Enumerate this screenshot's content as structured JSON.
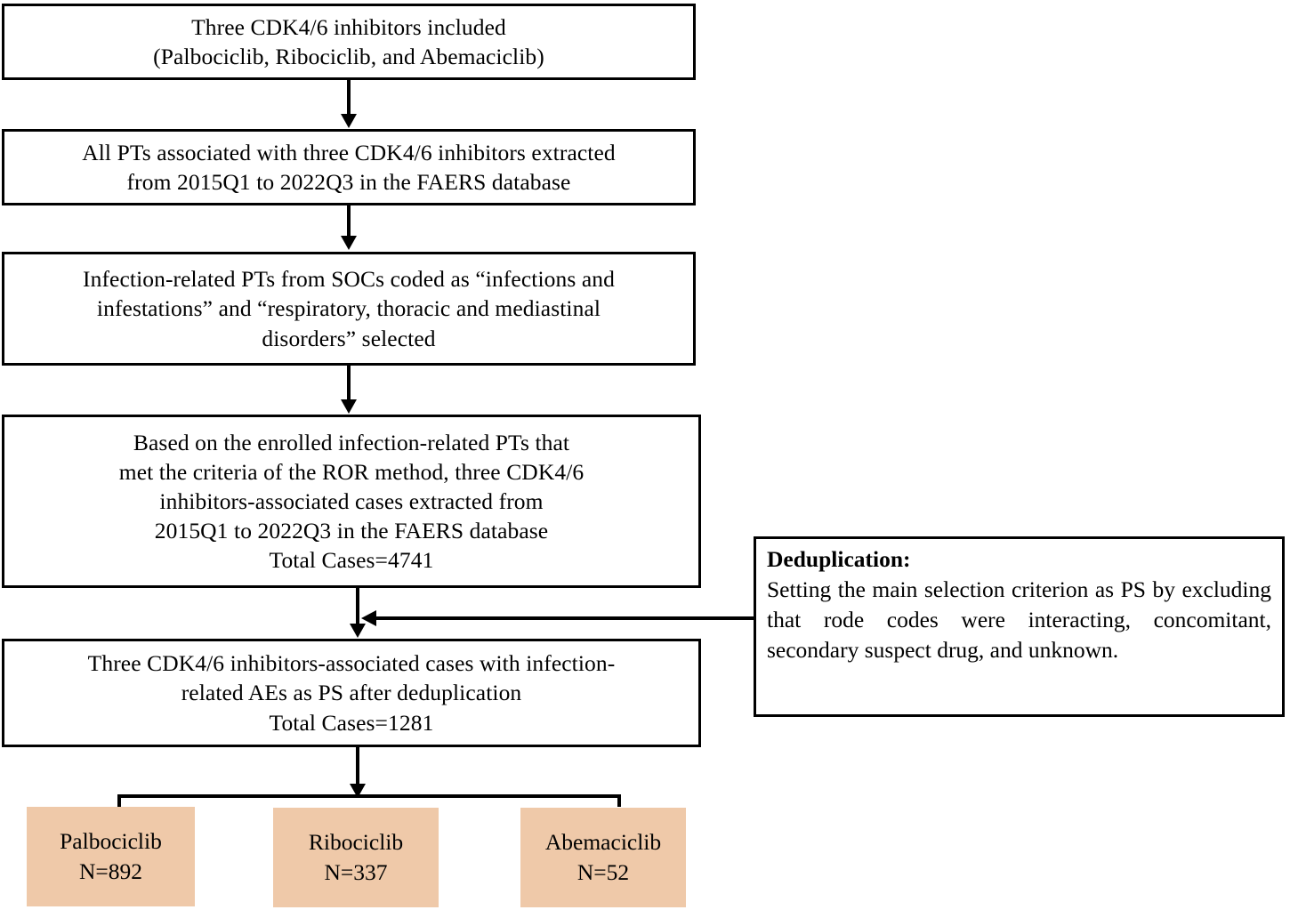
{
  "figure": {
    "type": "flowchart",
    "title": "CDK4/6 inhibitor infection-related adverse event case selection flow",
    "colors": {
      "line": "#000000",
      "box_fill": "#FFFFFF",
      "leaf_fill": "#EFC9A9",
      "text": "#000000"
    }
  },
  "nodes": {
    "included": {
      "lines": [
        "Three CDK4/6 inhibitors included",
        "(Palbociclib, Ribociclib, and Abemaciclib)"
      ]
    },
    "extracted": {
      "lines": [
        "All PTs associated with three CDK4/6 inhibitors extracted",
        "from 2015Q1 to 2022Q3 in the FAERS database"
      ]
    },
    "socs": {
      "lines": [
        "Infection-related PTs from SOCs coded as “infections and",
        "infestations” and “respiratory, thoracic and mediastinal",
        "disorders” selected"
      ]
    },
    "ror": {
      "lines": [
        "Based on the enrolled infection-related PTs that",
        "met the criteria of the ROR method, three CDK4/6",
        "inhibitors-associated cases extracted from",
        "2015Q1 to 2022Q3 in the FAERS database",
        "Total Cases=4741"
      ],
      "total_cases": 4741
    },
    "dedup_result": {
      "lines": [
        "Three CDK4/6 inhibitors-associated cases with infection-",
        "related AEs as PS after deduplication",
        "Total Cases=1281"
      ],
      "total_cases": 1281
    },
    "dedup_note": {
      "title": "Deduplication:",
      "body": "Setting the main selection criterion as PS by excluding that rode codes were interacting, concomitant, secondary suspect drug, and unknown."
    }
  },
  "leaves": [
    {
      "name": "Palbociclib",
      "count_label": "N=892",
      "count": 892
    },
    {
      "name": "Ribociclib",
      "count_label": "N=337",
      "count": 337
    },
    {
      "name": "Abemaciclib",
      "count_label": "N=52",
      "count": 52
    }
  ]
}
